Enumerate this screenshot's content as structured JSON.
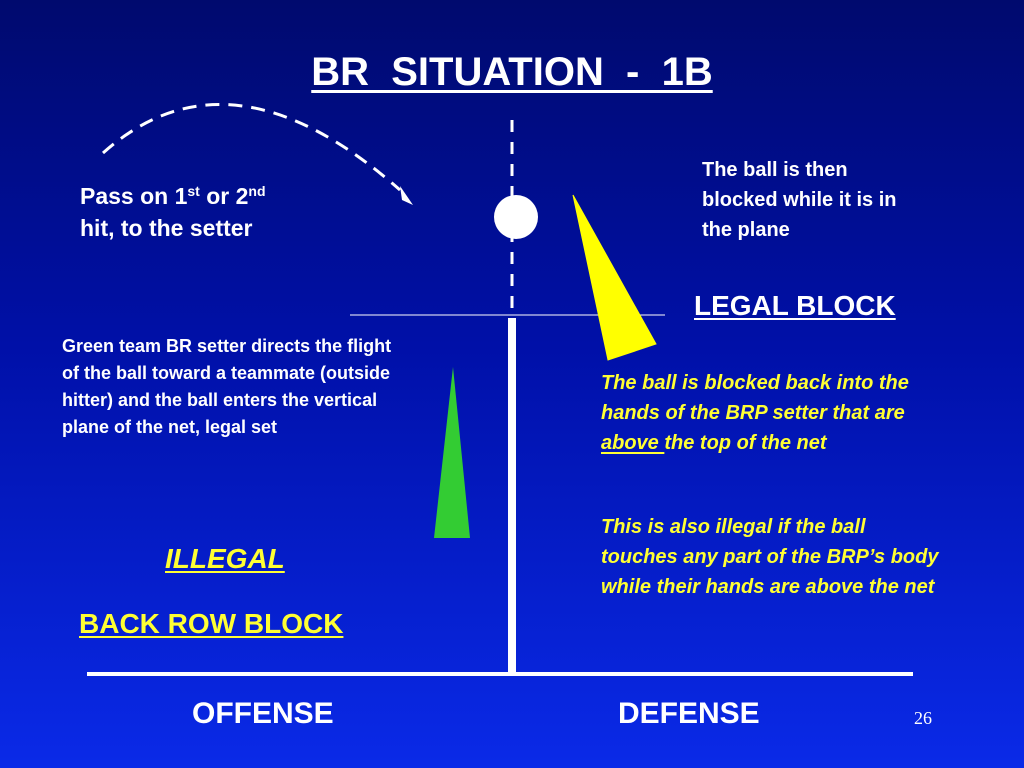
{
  "slide": {
    "title": "BR  SITUATION  -  1B",
    "pass": {
      "line1_prefix": "Pass on 1",
      "sup1": "st",
      "line1_mid": " or 2",
      "sup2": "nd",
      "line2": "hit, to the setter"
    },
    "blocked_plane": "The ball is then blocked while it is in the plane",
    "legal_block": "LEGAL BLOCK",
    "green_team_text": "Green team BR setter directs the flight of the ball toward a teammate (outside hitter) and the ball enters the vertical plane of the net, legal set",
    "illegal": "ILLEGAL",
    "back_row_block": "BACK ROW BLOCK",
    "blocked_back": {
      "before": "The ball is blocked back into the hands  of the BRP setter that are ",
      "underlined": "above ",
      "after": "the top of the net"
    },
    "also_illegal": "This is also illegal if the ball touches any part of the BRP’s body while their hands are above the net",
    "offense": "OFFENSE",
    "defense": "DEFENSE",
    "page_number": "26"
  },
  "colors": {
    "background_top": "#000a6e",
    "background_bottom": "#0a2ae8",
    "text_white": "#ffffff",
    "text_yellow": "#ffff33",
    "green_hand": "#33cc33",
    "yellow_hand": "#ffff00"
  }
}
